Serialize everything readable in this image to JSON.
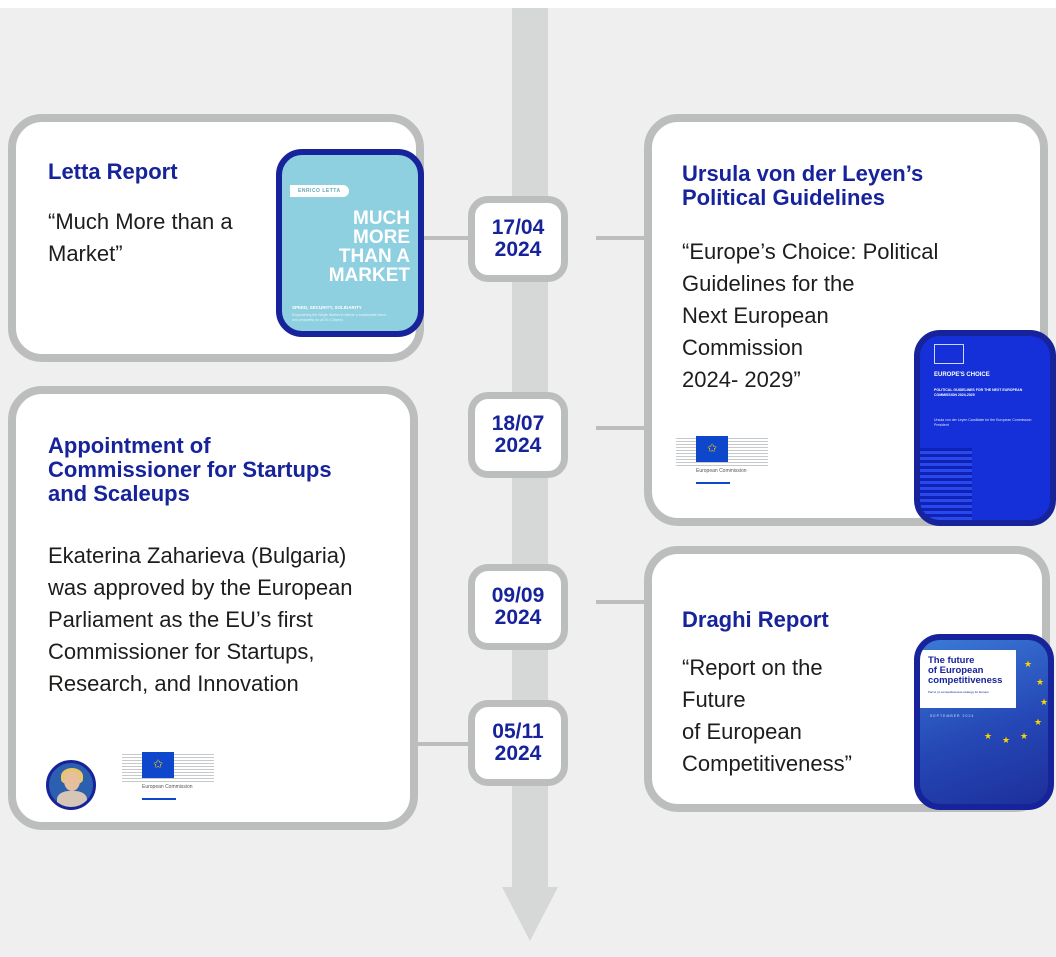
{
  "colors": {
    "background": "#eeefee",
    "spine": "#d6d7d7",
    "card_border": "#bcbebe",
    "accent_blue": "#16239a",
    "text": "#1d1d1b"
  },
  "dates": [
    {
      "line1": "17/04",
      "line2": "2024"
    },
    {
      "line1": "18/07",
      "line2": "2024"
    },
    {
      "line1": "09/09",
      "line2": "2024"
    },
    {
      "line1": "05/11",
      "line2": "2024"
    }
  ],
  "letta": {
    "title": "Letta Report",
    "text": "“Much More than a Market”",
    "thumbnail": {
      "tag": "ENRICO LETTA",
      "headline_lines": [
        "MUCH",
        "MORE",
        "THAN A",
        "MARKET"
      ],
      "subtitle": "SPEED, SECURITY, SOLIDARITY",
      "subsmall": "Empowering the Single Market to deliver a sustainable future and prosperity for all EU Citizens"
    }
  },
  "ursula": {
    "title": "Ursula von der Leyen’s Political Guidelines",
    "text_lines": [
      "“Europe’s Choice: Political",
      "Guidelines for the",
      "Next European",
      "Commission",
      "2024- 2029”"
    ],
    "thumbnail": {
      "header": "EUROPE'S CHOICE",
      "small": "POLITICAL GUIDELINES FOR THE NEXT EUROPEAN COMMISSION 2024-2029",
      "author": "Ursula von der Leyen Candidate for the European Commission President"
    },
    "logo_label": "European Commission"
  },
  "commissioner": {
    "title": "Appointment of Commissioner for Startups and Scaleups",
    "text": "Ekaterina Zaharieva (Bulgaria) was approved by the European Parliament as the EU’s first Commissioner for Startups, Research, and Innovation",
    "logo_label": "European Commission"
  },
  "draghi": {
    "title": "Draghi Report",
    "text_lines": [
      "“Report on the",
      "Future",
      "of European",
      "Competitiveness”"
    ],
    "thumbnail": {
      "title_lines": [
        "The future",
        "of European",
        "competitiveness"
      ],
      "subtitle": "Part A | A competitiveness strategy for Europe",
      "date": "SEPTEMBER 2024"
    }
  }
}
